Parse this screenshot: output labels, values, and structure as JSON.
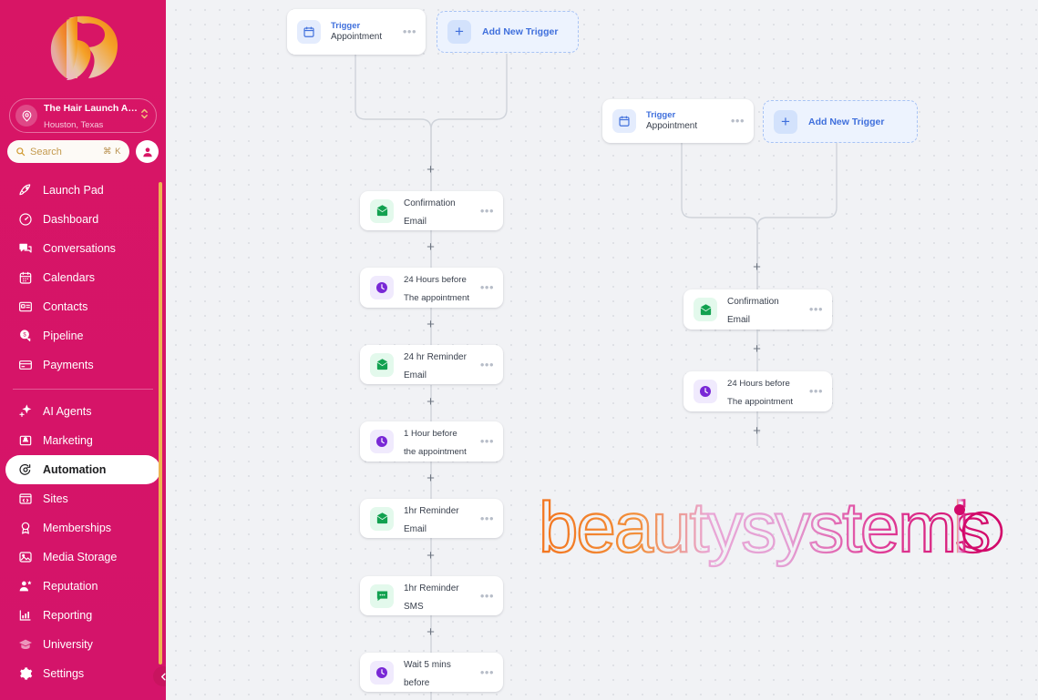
{
  "sidebar": {
    "logo_alt": "brand-logo-r",
    "workspace": {
      "name": "The Hair Launch A…",
      "location": "Houston, Texas"
    },
    "search": {
      "placeholder": "Search",
      "shortcut": "⌘ K"
    },
    "nav_groups": [
      {
        "items": [
          {
            "label": "Launch Pad",
            "icon": "rocket-icon",
            "active": false
          },
          {
            "label": "Dashboard",
            "icon": "gauge-icon",
            "active": false
          },
          {
            "label": "Conversations",
            "icon": "chat-bubbles-icon",
            "active": false
          },
          {
            "label": "Calendars",
            "icon": "calendar-icon",
            "active": false
          },
          {
            "label": "Contacts",
            "icon": "contact-card-icon",
            "active": false
          },
          {
            "label": "Pipeline",
            "icon": "dollar-tag-icon",
            "active": false
          },
          {
            "label": "Payments",
            "icon": "credit-card-icon",
            "active": false
          }
        ]
      },
      {
        "items": [
          {
            "label": "AI Agents",
            "icon": "sparkle-icon",
            "active": false
          },
          {
            "label": "Marketing",
            "icon": "megaphone-icon",
            "active": false
          },
          {
            "label": "Automation",
            "icon": "gear-flow-icon",
            "active": true
          },
          {
            "label": "Sites",
            "icon": "code-window-icon",
            "active": false
          },
          {
            "label": "Memberships",
            "icon": "badge-icon",
            "active": false
          },
          {
            "label": "Media Storage",
            "icon": "image-icon",
            "active": false
          },
          {
            "label": "Reputation",
            "icon": "person-star-icon",
            "active": false
          },
          {
            "label": "Reporting",
            "icon": "bar-chart-icon",
            "active": false
          },
          {
            "label": "University",
            "icon": "graduation-icon",
            "active": false
          },
          {
            "label": "Settings",
            "icon": "gear-icon",
            "active": false
          }
        ]
      }
    ],
    "collapse_icon": "chevron-left-icon",
    "colors": {
      "background": "#d81565",
      "active_pill": "#ffffff",
      "scrollbar": "#edb450",
      "search_text": "#c49a4e"
    }
  },
  "canvas": {
    "watermark": {
      "text_part1": "beauty",
      "text_part2": "systems",
      "text_part3": "i",
      "text_part4": "o",
      "full_text": "beautysystems.io",
      "gradient_start": "#f07c2a",
      "gradient_mid": "#e9a6d6",
      "gradient_end": "#d9196f"
    },
    "workflows": [
      {
        "id": "workflow-left",
        "trigger": {
          "sup_label": "Trigger",
          "title": "Appointment",
          "icon": "calendar-icon",
          "menu_icon": "ellipsis-icon"
        },
        "add_trigger": {
          "label": "Add New Trigger",
          "icon": "plus-icon"
        },
        "steps": [
          {
            "title": "Confirmation Email",
            "icon": "email-icon",
            "type": "email",
            "lines": 1
          },
          {
            "title": "24 Hours before The appointment",
            "icon": "clock-icon",
            "type": "wait",
            "lines": 2
          },
          {
            "title": "24 hr Reminder Email",
            "icon": "email-icon",
            "type": "email",
            "lines": 1
          },
          {
            "title": "1 Hour before the appointment",
            "icon": "clock-icon",
            "type": "wait",
            "lines": 2
          },
          {
            "title": "1hr Reminder Email",
            "icon": "email-icon",
            "type": "email",
            "lines": 1
          },
          {
            "title": "1hr Reminder SMS",
            "icon": "sms-icon",
            "type": "sms",
            "lines": 1
          },
          {
            "title": "Wait 5 mins before",
            "icon": "clock-icon",
            "type": "wait",
            "lines": 1
          }
        ]
      },
      {
        "id": "workflow-right",
        "trigger": {
          "sup_label": "Trigger",
          "title": "Appointment",
          "icon": "calendar-icon",
          "menu_icon": "ellipsis-icon"
        },
        "add_trigger": {
          "label": "Add New Trigger",
          "icon": "plus-icon"
        },
        "steps": [
          {
            "title": "Confirmation Email",
            "icon": "email-icon",
            "type": "email",
            "lines": 1
          },
          {
            "title": "24 Hours before The appointment",
            "icon": "clock-icon",
            "type": "wait",
            "lines": 2
          }
        ]
      }
    ]
  }
}
